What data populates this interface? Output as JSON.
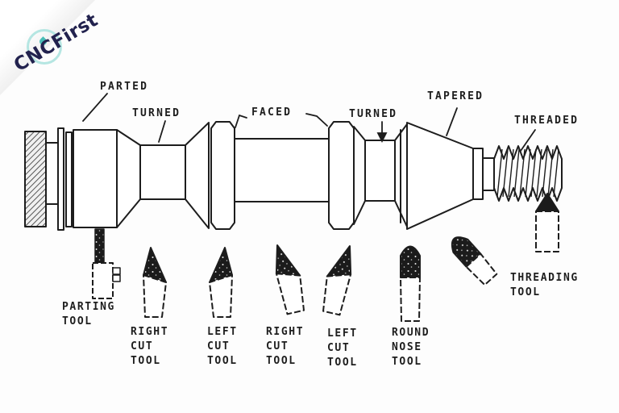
{
  "logo": {
    "text": "CNCFirst",
    "text_color": "#22224e",
    "ring_color": "#b5e6e2",
    "drop_color": "#49bdb7"
  },
  "diagram": {
    "ink_color": "#1d1d1d",
    "operation_labels": [
      {
        "id": "parted",
        "text": "PARTED"
      },
      {
        "id": "turned-left",
        "text": "TURNED"
      },
      {
        "id": "faced",
        "text": "FACED"
      },
      {
        "id": "turned-right",
        "text": "TURNED"
      },
      {
        "id": "tapered",
        "text": "TAPERED"
      },
      {
        "id": "threaded",
        "text": "THREADED"
      }
    ],
    "tool_labels": [
      {
        "id": "parting-tool",
        "lines": [
          "PARTING",
          "TOOL"
        ]
      },
      {
        "id": "right-cut-tool-1",
        "lines": [
          "RIGHT",
          "CUT",
          "TOOL"
        ]
      },
      {
        "id": "left-cut-tool-1",
        "lines": [
          "LEFT",
          "CUT",
          "TOOL"
        ]
      },
      {
        "id": "right-cut-tool-2",
        "lines": [
          "RIGHT",
          "CUT",
          "TOOL"
        ]
      },
      {
        "id": "left-cut-tool-2",
        "lines": [
          "LEFT",
          "CUT",
          "TOOL"
        ]
      },
      {
        "id": "round-nose-tool",
        "lines": [
          "ROUND",
          "NOSE",
          "TOOL"
        ]
      },
      {
        "id": "threading-tool",
        "lines": [
          "THREADING",
          "TOOL"
        ]
      }
    ]
  }
}
